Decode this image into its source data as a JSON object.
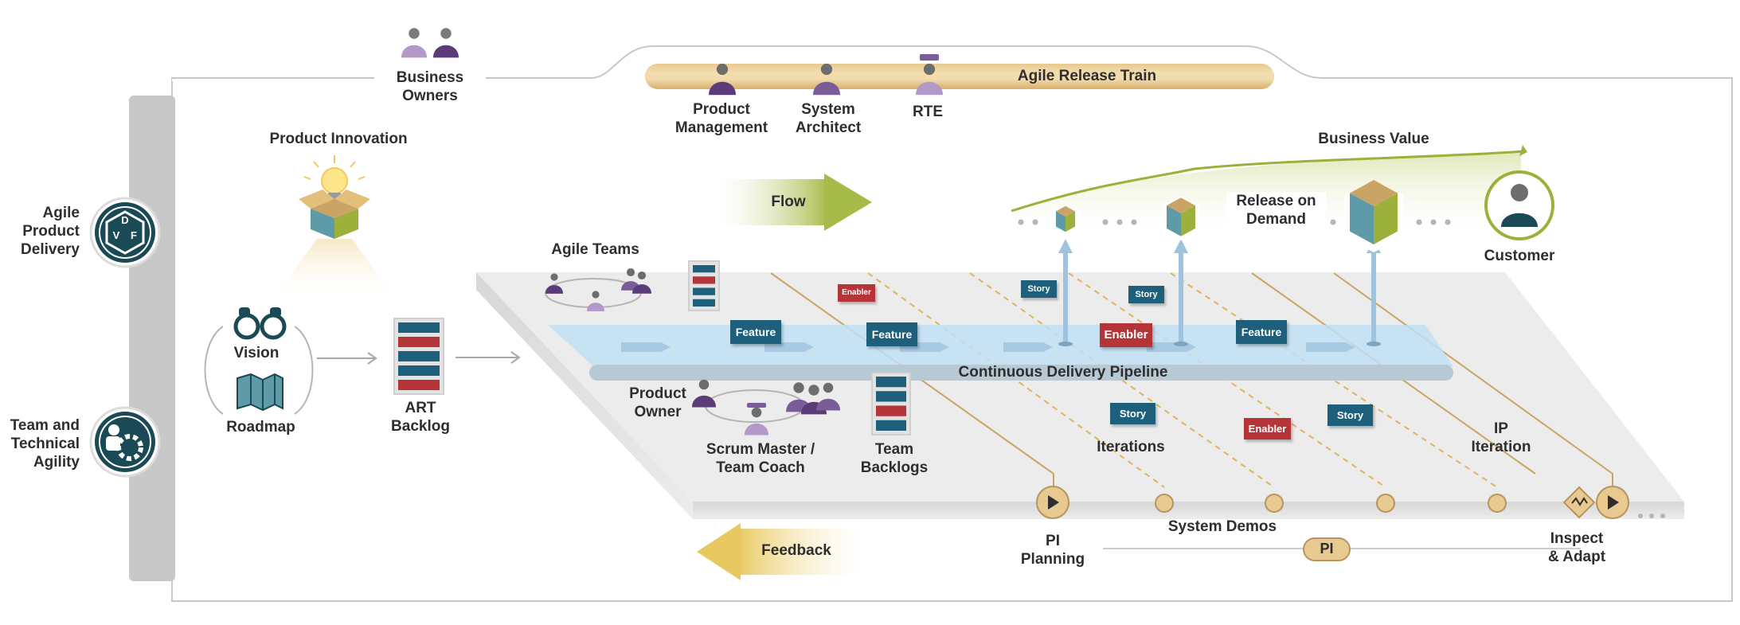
{
  "roles": {
    "business_owners": [
      "Business",
      "Owners"
    ],
    "product_management": [
      "Product",
      "Management"
    ],
    "system_architect": [
      "System",
      "Architect"
    ],
    "rte": "RTE"
  },
  "art_banner": "Agile Release Train",
  "competencies": {
    "agile_product_delivery": [
      "Agile",
      "Product",
      "Delivery"
    ],
    "team_technical_agility": [
      "Team and",
      "Technical",
      "Agility"
    ],
    "apd_badge_letters": [
      "D",
      "V",
      "F"
    ]
  },
  "product_innovation": "Product Innovation",
  "vision": "Vision",
  "roadmap": "Roadmap",
  "art_backlog": [
    "ART",
    "Backlog"
  ],
  "flow": "Flow",
  "feedback": "Feedback",
  "agile_teams": "Agile Teams",
  "pipeline": "Continuous Delivery Pipeline",
  "business_value": "Business Value",
  "release_on_demand": [
    "Release on",
    "Demand"
  ],
  "customer": "Customer",
  "team": {
    "product_owner": [
      "Product",
      "Owner"
    ],
    "scrum_master": [
      "Scrum Master /",
      "Team Coach"
    ],
    "team_backlogs": [
      "Team",
      "Backlogs"
    ]
  },
  "iterations": "Iterations",
  "ip_iteration": [
    "IP",
    "Iteration"
  ],
  "system_demos": "System Demos",
  "pi_planning": [
    "PI",
    "Planning"
  ],
  "pi": "PI",
  "inspect_adapt": [
    "Inspect",
    "& Adapt"
  ],
  "work_items": {
    "feature": "Feature",
    "enabler": "Enabler",
    "story": "Story"
  },
  "colors": {
    "teal": "#1e5f7c",
    "dark_teal": "#1a4a55",
    "red": "#b53438",
    "purple": "#7a5c99",
    "gold": "#c9a464",
    "green": "#9cb13c",
    "pipeline_blue": "#bfe0f5",
    "gray": "#c8c8c8"
  }
}
